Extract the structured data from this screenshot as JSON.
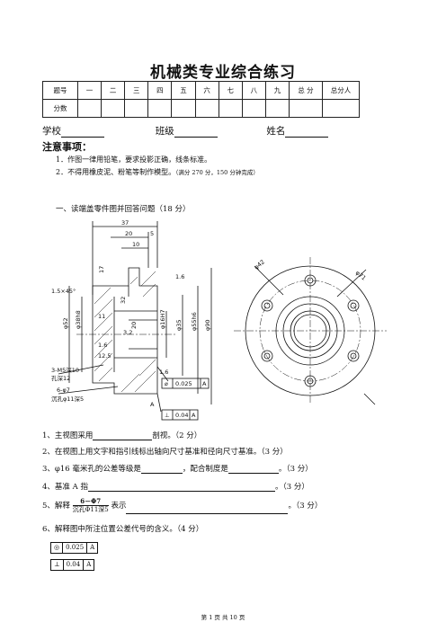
{
  "title": "机械类专业综合练习",
  "score_table": {
    "row1_label": "题号",
    "columns": [
      "一",
      "二",
      "三",
      "四",
      "五",
      "六",
      "七",
      "八",
      "九",
      "总 分",
      "总分人"
    ],
    "row2_label": "分数"
  },
  "fields": {
    "school": "学校",
    "class": "班级",
    "name": "姓名"
  },
  "notes": {
    "heading": "注意事项：",
    "items": [
      "1．作图一律用铅笔，要求投影正确，线条标准。",
      "2．不得用橡皮泥、粉笔等制作模型。"
    ],
    "note2_extra": "（满分 270 分，150 分钟完成）"
  },
  "section": "一、读端盖零件图并回答问题（18 分）",
  "drawing": {
    "dims_top": [
      "37",
      "20",
      "5",
      "10"
    ],
    "dims_left": [
      "17",
      "1.5×45°",
      "φ52",
      "φ38h8",
      "11",
      "1.6",
      "12.5"
    ],
    "dims_center": [
      "φ16H7",
      "32",
      "20",
      "φ35",
      "φ55h6",
      "φ90",
      "1.6",
      "3.2",
      "1.6"
    ],
    "dims_callouts": [
      "3-M5深10",
      "孔深12",
      "6-φ7",
      "沉孔φ11深5"
    ],
    "tol1": [
      "⌀",
      "0.025",
      "A"
    ],
    "tol2": [
      "⊥",
      "0.04",
      "A"
    ],
    "datum": "A",
    "circle_view": [
      "φ42",
      "φ71"
    ]
  },
  "questions": {
    "q1": [
      "1、主视图采用",
      "剖视。（2 分）"
    ],
    "q2": "2、在视图上用文字和指引线标出轴向尺寸基准和径向尺寸基准。（3 分）",
    "q3": [
      "3、φ16 毫米孔的公差等级是",
      "，配合制度是",
      "。（3 分）"
    ],
    "q4": [
      "4、基准 A 指",
      "。（3 分）"
    ],
    "q5": [
      "5、解释",
      "6－Φ7",
      "沉孔Φ11深5",
      "表示",
      "。（3 分）"
    ],
    "q6": "6、解释图中所注位置公差代号的含义。（4 分）"
  },
  "tolerances": [
    {
      "symbol": "◎",
      "value": "0.025",
      "datum": "A"
    },
    {
      "symbol": "⊥",
      "value": "0.04",
      "datum": "A"
    }
  ],
  "footer": "第 1 页 共 10 页"
}
